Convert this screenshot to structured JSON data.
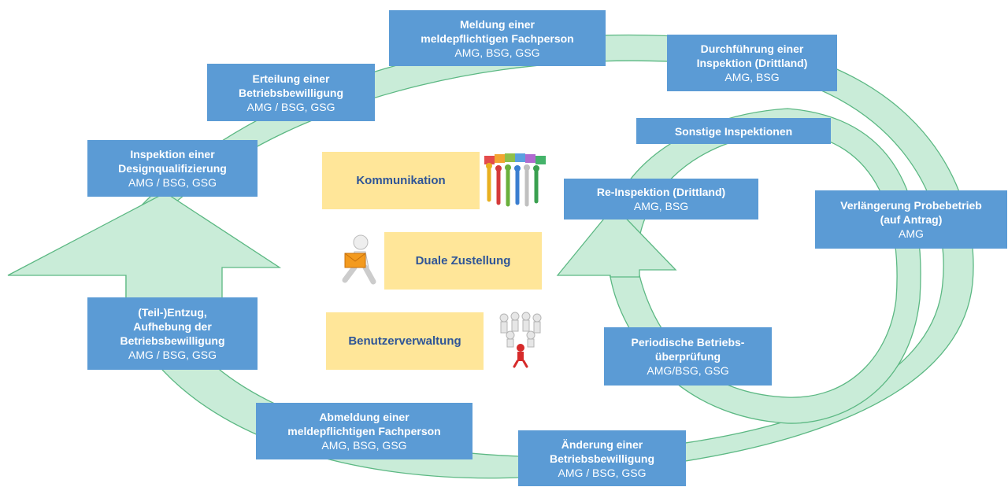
{
  "colors": {
    "box_fill": "#5b9bd5",
    "box_text": "#ffffff",
    "arrow_fill": "#c9ecd8",
    "arrow_stroke": "#5cb883",
    "yellow_fill": "#ffe699",
    "yellow_text": "#2f5597"
  },
  "process_boxes": [
    {
      "lines": [
        "Meldung einer",
        "meldepflichtigen Fachperson"
      ],
      "sub": "AMG, BSG, GSG"
    },
    {
      "lines": [
        "Durchführung einer",
        "Inspektion (Drittland)"
      ],
      "sub": "AMG, BSG"
    },
    {
      "lines": [
        "Erteilung einer",
        "Betriebsbewilligung"
      ],
      "sub": "AMG / BSG, GSG"
    },
    {
      "lines": [
        "Sonstige Inspektionen"
      ],
      "sub": ""
    },
    {
      "lines": [
        "Inspektion einer",
        "Designqualifizierung"
      ],
      "sub": "AMG / BSG, GSG"
    },
    {
      "lines": [
        "Re-Inspektion (Drittland)"
      ],
      "sub": "AMG, BSG"
    },
    {
      "lines": [
        "Verlängerung Probebetrieb",
        "(auf Antrag)"
      ],
      "sub": "AMG"
    },
    {
      "lines": [
        "(Teil-)Entzug,",
        "Aufhebung der",
        "Betriebsbewilligung"
      ],
      "sub": "AMG / BSG, GSG"
    },
    {
      "lines": [
        "Periodische Betriebs-",
        "überprüfung"
      ],
      "sub": "AMG/BSG, GSG"
    },
    {
      "lines": [
        "Abmeldung einer",
        "meldepflichtigen Fachperson"
      ],
      "sub": "AMG, BSG, GSG"
    },
    {
      "lines": [
        "Änderung einer",
        "Betriebsbewilligung"
      ],
      "sub": "AMG / BSG, GSG"
    }
  ],
  "center_items": [
    {
      "label": "Kommunikation",
      "icon": "people-puzzle-icon"
    },
    {
      "label": "Duale Zustellung",
      "icon": "mail-courier-icon"
    },
    {
      "label": "Benutzerverwaltung",
      "icon": "team-pyramid-icon"
    }
  ]
}
